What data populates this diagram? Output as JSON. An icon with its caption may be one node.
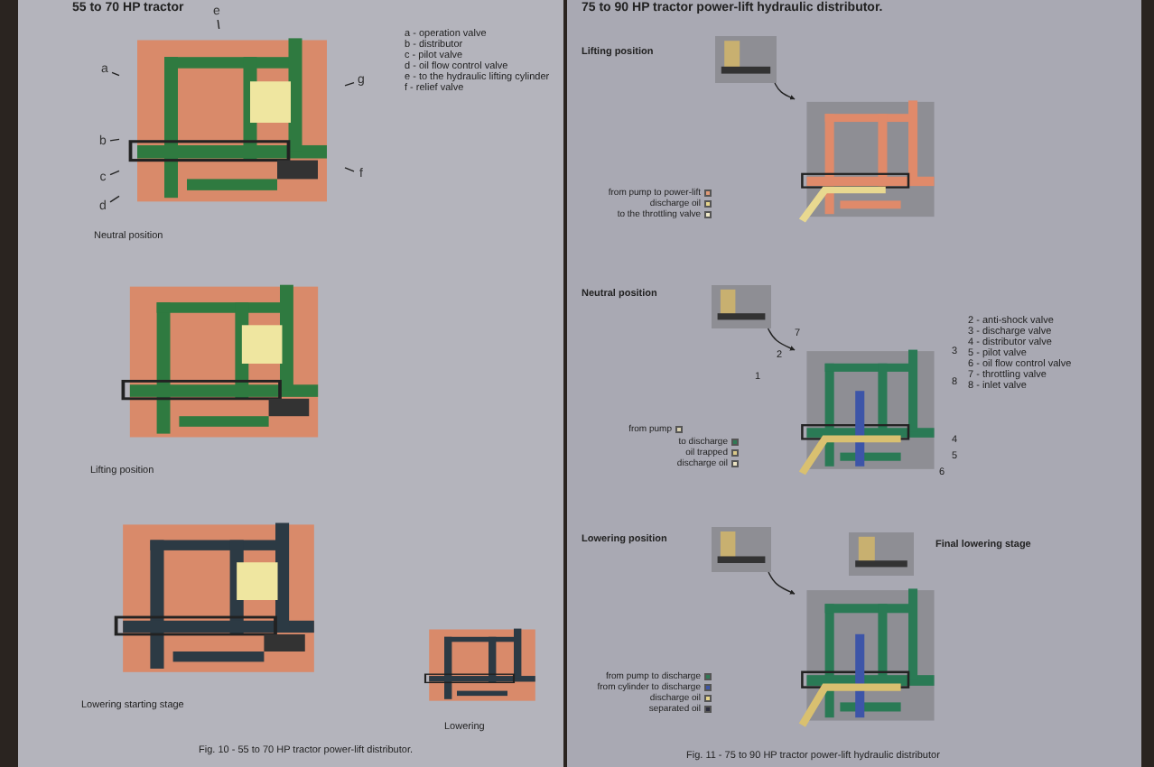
{
  "diagram": {
    "caption": "Fig. 10 - 55 to 70 HP tractor power-lift distributor.",
    "nodes": [
      {
        "text": [],
        "shape": "picture"
      },
      {
        "text": [
          "a"
        ]
      },
      {
        "text": [
          "b"
        ]
      },
      {
        "text": [
          "c"
        ]
      },
      {
        "text": [
          "d"
        ]
      },
      {
        "text": [
          "e"
        ]
      },
      {
        "text": [
          "g"
        ]
      },
      {
        "text": [
          "f"
        ]
      },
      {
        "text": [],
        "shape": "picture"
      },
      {
        "text": [],
        "shape": "picture"
      },
      {
        "text": [],
        "shape": "picture"
      },
      {
        "text": [],
        "shape": "picture"
      },
      {
        "text": [],
        "shape": "picture"
      },
      {
        "text": [],
        "shape": "picture"
      },
      {
        "text": [],
        "shape": "picture",
        "beside": [
          "7"
        ]
      },
      {
        "text": [],
        "shape": "picture"
      },
      {
        "text": [],
        "shape": "picture"
      },
      {
        "text": [],
        "shape": "picture"
      }
    ],
    "edges": [
      {
        "from": 1,
        "to": 0,
        "arrow": "none"
      },
      {
        "from": 2,
        "to": 0,
        "arrow": "none"
      },
      {
        "from": 3,
        "to": 0,
        "arrow": "none"
      },
      {
        "from": 4,
        "to": 0,
        "arrow": "none"
      },
      {
        "from": 5,
        "to": 0,
        "arrow": "none"
      },
      {
        "from": 6,
        "to": 0,
        "arrow": "none"
      },
      {
        "from": 7,
        "to": 0,
        "arrow": "none"
      },
      {
        "from": 11,
        "to": 12,
        "arrow": "to"
      },
      {
        "from": 13,
        "to": 14,
        "arrow": "to"
      },
      {
        "from": 15,
        "to": 16,
        "arrow": "to"
      }
    ],
    "labels": [
      "55 to 70 HP tractor",
      "a - operation valve",
      "b - distributor",
      "c - pilot valve",
      "d - oil flow control valve",
      "e - to the hydraulic lifting cylinder",
      "f - relief valve",
      "Neutral position",
      "Lifting position",
      "Lowering starting stage",
      "Lowering",
      "75 to 90 HP tractor power-lift hydraulic distributor.",
      "Lifting position",
      "Neutral position",
      "2 - anti-shock valve",
      "3 - discharge valve",
      "4 - distributor valve",
      "5 - pilot valve",
      "6 - oil flow control valve",
      "7 - throttling valve",
      "8 - inlet valve",
      "2",
      "1",
      "3",
      "8",
      "4",
      "5",
      "6",
      "Lowering position",
      "Final lowering stage",
      "Fig. 11 - 75 to 90 HP tractor power-lift hydraulic distributor"
    ],
    "legend": [
      {
        "text": "from pump to power-lift",
        "color": "#e09a78"
      },
      {
        "text": "discharge oil",
        "color": "#e6d48c"
      },
      {
        "text": "to the throttling valve",
        "color": "#efe8c8"
      },
      {
        "text": "from pump",
        "color": "#d8d0b0"
      },
      {
        "text": "to discharge",
        "color": "#2f7a55"
      },
      {
        "text": "oil trapped",
        "color": "#d9c889"
      },
      {
        "text": "discharge oil",
        "color": "#ebe2c2"
      },
      {
        "text": "from pump to discharge",
        "color": "#2f7a55"
      },
      {
        "text": "from cylinder to discharge",
        "color": "#3d55a8"
      },
      {
        "text": "discharge oil",
        "color": "#e6d48c"
      },
      {
        "text": "separated oil",
        "color": "#2c2c3c"
      }
    ]
  }
}
